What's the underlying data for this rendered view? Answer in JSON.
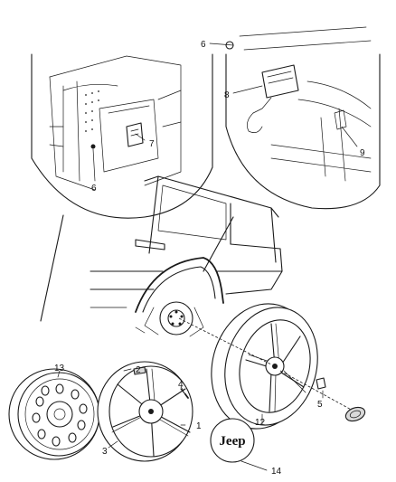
{
  "figure": {
    "type": "exploded parts diagram",
    "subject": "wheels and spare tire carrier"
  },
  "callouts": [
    {
      "id": "c1",
      "label": "1"
    },
    {
      "id": "c2",
      "label": "2"
    },
    {
      "id": "c3",
      "label": "3"
    },
    {
      "id": "c4",
      "label": "4"
    },
    {
      "id": "c5",
      "label": "5"
    },
    {
      "id": "c6a",
      "label": "6"
    },
    {
      "id": "c6b",
      "label": "6"
    },
    {
      "id": "c7",
      "label": "7"
    },
    {
      "id": "c8",
      "label": "8"
    },
    {
      "id": "c9",
      "label": "9"
    },
    {
      "id": "c12",
      "label": "12"
    },
    {
      "id": "c13",
      "label": "13"
    },
    {
      "id": "c14",
      "label": "14"
    }
  ],
  "logo": {
    "text": "Jeep"
  }
}
